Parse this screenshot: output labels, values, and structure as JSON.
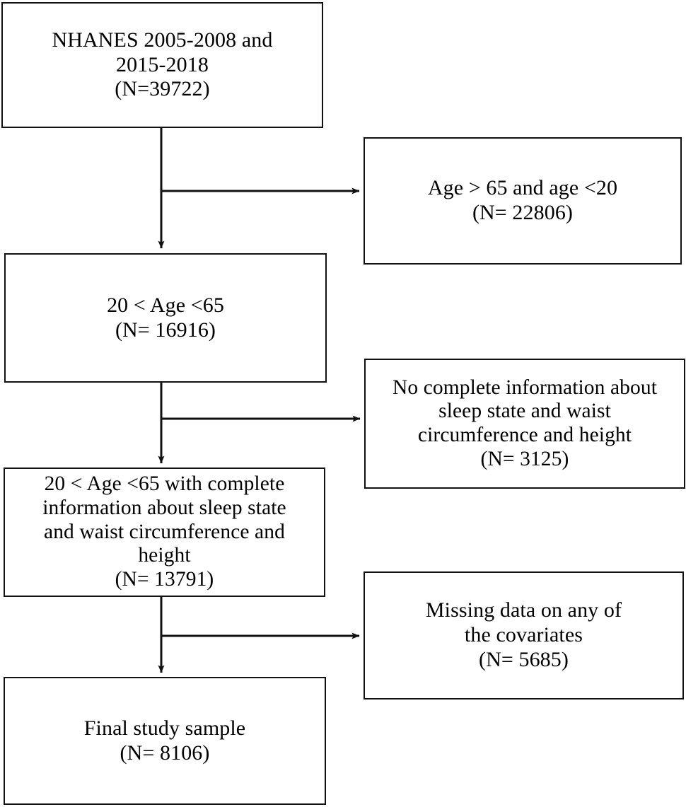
{
  "diagram": {
    "title": "NHANES participant selection flow diagram",
    "type": "flowchart",
    "orientation": "top-to-bottom with right-side exclusion branches",
    "line_color": "#111111",
    "background_color": "#ffffff",
    "nodes": [
      {
        "id": "cohort",
        "role": "inclusion",
        "column": "left",
        "text": "NHANES 2005-2008 and\n2015-2018\n(N=39722)",
        "lines": [
          "NHANES 2005-2008 and",
          "2015-2018",
          "(N=39722)"
        ],
        "n": 39722
      },
      {
        "id": "excl-age",
        "role": "exclusion",
        "column": "right",
        "text": "Age > 65 and age <20\n(N= 22806)",
        "lines": [
          "Age > 65 and age <20",
          "(N= 22806)"
        ],
        "n": 22806
      },
      {
        "id": "age-range",
        "role": "inclusion",
        "column": "left",
        "text": "20 < Age <65\n(N= 16916)",
        "lines": [
          "20 < Age <65",
          "(N= 16916)"
        ],
        "n": 16916
      },
      {
        "id": "excl-info",
        "role": "exclusion",
        "column": "right",
        "text": "No complete information about\nsleep state and waist\ncircumference and height\n(N= 3125)",
        "lines": [
          "No complete information about",
          "sleep state and waist",
          "circumference and height",
          "(N= 3125)"
        ],
        "n": 3125
      },
      {
        "id": "complete",
        "role": "inclusion",
        "column": "left",
        "text": "20 < Age <65 with complete\ninformation about sleep state\nand waist circumference and\nheight\n(N= 13791)",
        "lines": [
          "20 < Age <65 with complete",
          "information about sleep state",
          "and waist circumference and",
          "height",
          "(N= 13791)"
        ],
        "n": 13791
      },
      {
        "id": "excl-cov",
        "role": "exclusion",
        "column": "right",
        "text": "Missing data on any of\nthe covariates\n(N= 5685)",
        "lines": [
          "Missing data on any of",
          "the covariates",
          "(N= 5685)"
        ],
        "n": 5685
      },
      {
        "id": "final",
        "role": "outcome",
        "column": "left",
        "text": "Final study sample\n(N= 8106)",
        "lines": [
          "Final study sample",
          "(N= 8106)"
        ],
        "n": 8106
      }
    ],
    "edges": [
      {
        "from": "cohort",
        "to": "age-range",
        "direction": "down"
      },
      {
        "from": "cohort",
        "to": "excl-age",
        "direction": "right"
      },
      {
        "from": "age-range",
        "to": "complete",
        "direction": "down"
      },
      {
        "from": "age-range",
        "to": "excl-info",
        "direction": "right"
      },
      {
        "from": "complete",
        "to": "final",
        "direction": "down"
      },
      {
        "from": "complete",
        "to": "excl-cov",
        "direction": "right"
      }
    ]
  }
}
